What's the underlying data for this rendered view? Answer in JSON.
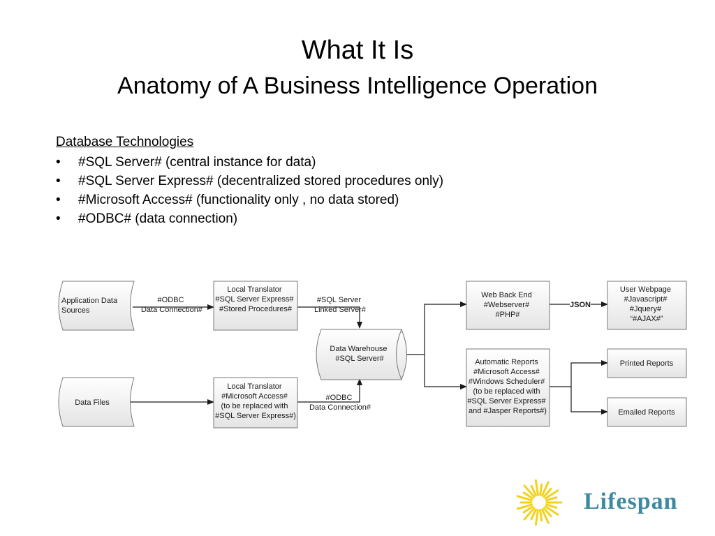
{
  "title": "What It Is",
  "subtitle": "Anatomy of A Business Intelligence Operation",
  "section": {
    "heading": "Database Technologies",
    "bullets": [
      "#SQL Server# (central instance for data)",
      "#SQL Server Express# (decentralized stored procedures only)",
      "#Microsoft Access# (functionality only , no data stored)",
      "#ODBC# (data connection)"
    ]
  },
  "diagram": {
    "nodes": {
      "app_sources": [
        "Application Data",
        "Sources"
      ],
      "data_files": [
        "Data Files"
      ],
      "translator_top": [
        "Local Translator",
        "#SQL Server Express#",
        "#Stored Procedures#"
      ],
      "translator_bottom": [
        "Local Translator",
        "#Microsoft Access#",
        "(to be replaced with",
        "#SQL Server Express#)"
      ],
      "warehouse": [
        "Data Warehouse",
        "#SQL Server#"
      ],
      "web_backend": [
        "Web Back End",
        "#Webserver#",
        "#PHP#"
      ],
      "auto_reports": [
        "Automatic Reports",
        "#Microsoft Access#",
        "#Windows Scheduler#",
        "(to be replaced with",
        "#SQL Server Express#",
        "and #Jasper Reports#)"
      ],
      "user_webpage": [
        "User Webpage",
        "#Javascript#",
        "#Jquery#",
        "“#AJAX#”"
      ],
      "printed": [
        "Printed Reports"
      ],
      "emailed": [
        "Emailed Reports"
      ]
    },
    "labels": {
      "odbc_top": [
        "#ODBC",
        "Data Connection#"
      ],
      "linked_server": [
        "#SQL Server",
        "Linked Server#"
      ],
      "odbc_bottom": [
        "#ODBC",
        "Data Connection#"
      ],
      "json": [
        "JSON"
      ]
    }
  },
  "logo": {
    "text": "Lifespan"
  }
}
